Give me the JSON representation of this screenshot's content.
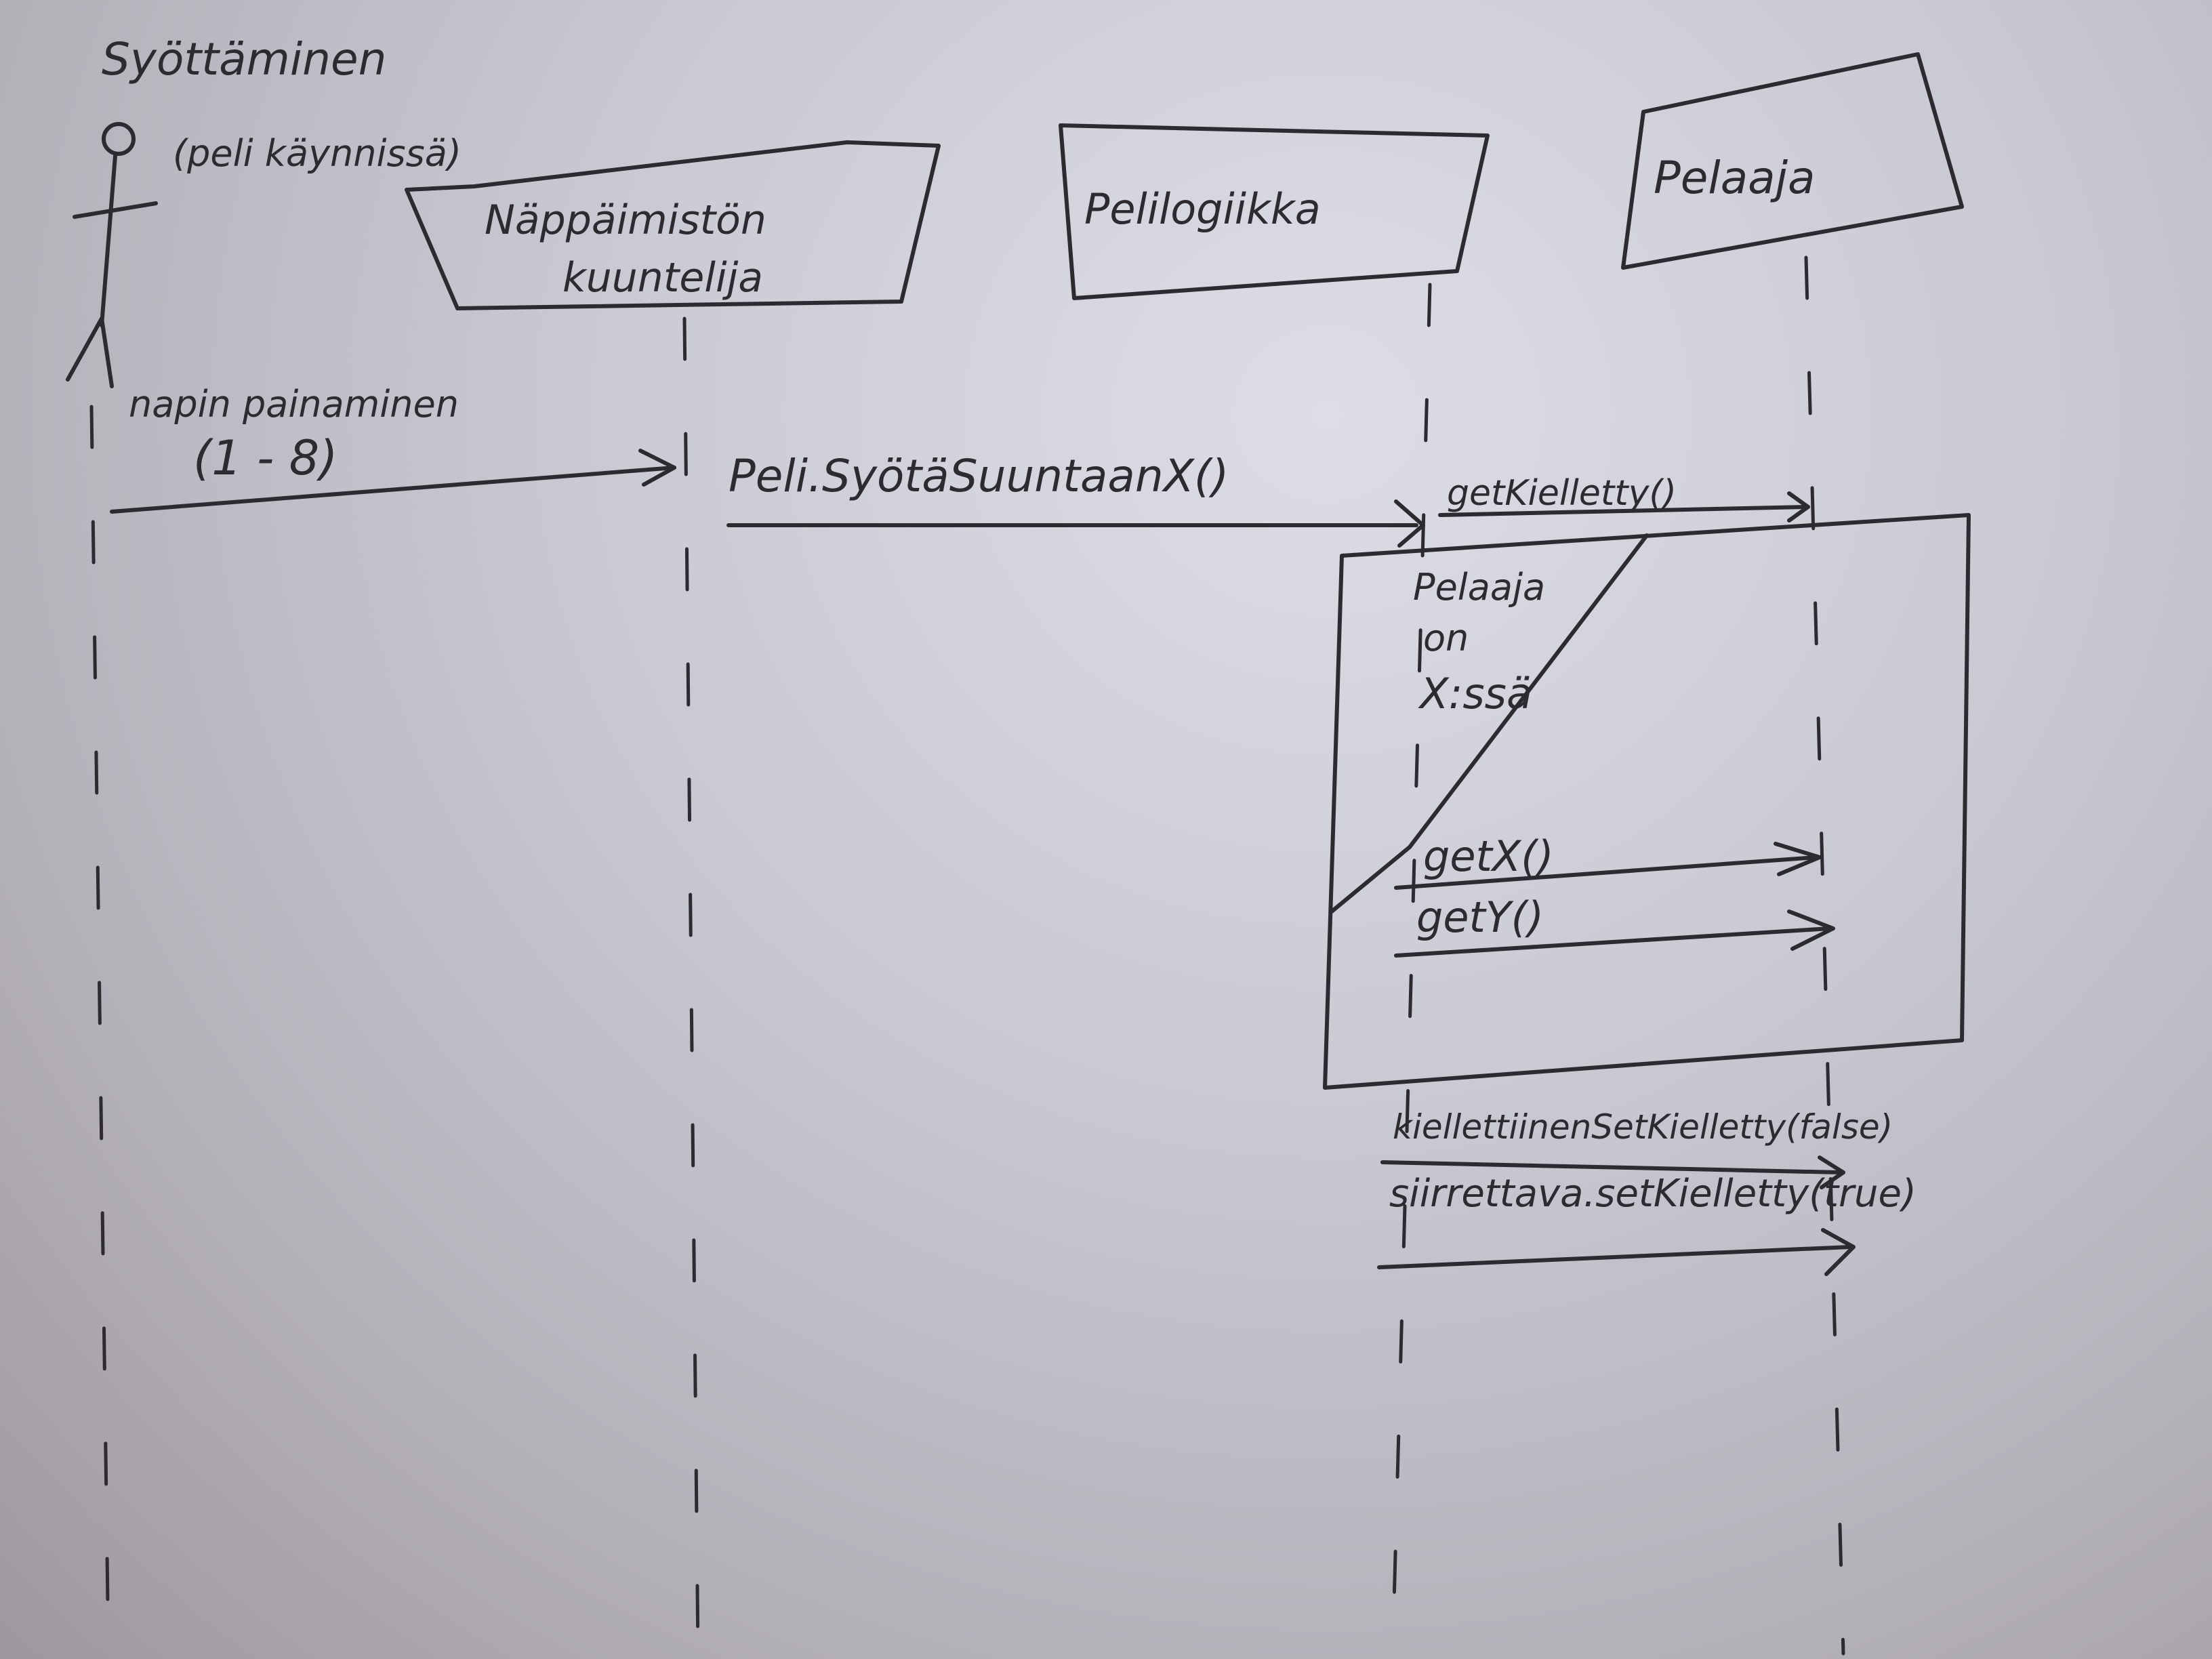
{
  "actor": {
    "label": "Syöttäminen",
    "sublabel": "(peli käynnissä)"
  },
  "participants": [
    {
      "id": "nappaimiston-kuuntelija",
      "label_line1": "Näppäimistön",
      "label_line2": "kuuntelija"
    },
    {
      "id": "pelilogiikka",
      "label_line1": "Pelilogiikka",
      "label_line2": ""
    },
    {
      "id": "pelaaja",
      "label_line1": "Pelaaja",
      "label_line2": ""
    }
  ],
  "messages": [
    {
      "id": "napin-painaminen",
      "label_line1": "napin painaminen",
      "label_line2": "(1 - 8)"
    },
    {
      "id": "syota-suuntaan",
      "label": "Peli.SyötäSuuntaanX()"
    },
    {
      "id": "get-kielletty",
      "label": "getKielletty()"
    }
  ],
  "frame": {
    "condition_line1": "Pelaaja",
    "condition_line2": "on",
    "condition_line3": "X:ssä",
    "messages": [
      {
        "id": "get-x",
        "label": "getX()"
      },
      {
        "id": "get-y",
        "label": "getY()"
      }
    ]
  },
  "final_messages": [
    {
      "id": "set-kielletty-false",
      "label": "kiellettiinenSetKielletty(false)"
    },
    {
      "id": "set-kielletty-true",
      "label": "siirrettava.setKielletty(true)"
    }
  ],
  "colors": {
    "ink": "#2d2a30",
    "paper": "#d2d2da",
    "background": "#3b2416"
  }
}
